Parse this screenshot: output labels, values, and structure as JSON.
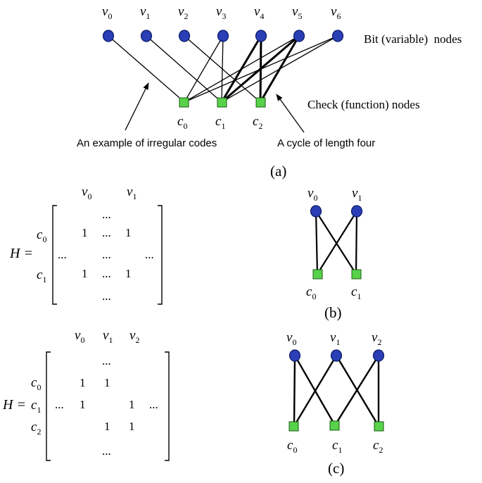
{
  "colors": {
    "bit_node": "#2a3fb5",
    "check_node": "#57d24a",
    "edge": "#000000"
  },
  "panel_a": {
    "bit_labels": [
      [
        "v",
        "0"
      ],
      [
        "v",
        "1"
      ],
      [
        "v",
        "2"
      ],
      [
        "v",
        "3"
      ],
      [
        "v",
        "4"
      ],
      [
        "v",
        "5"
      ],
      [
        "v",
        "6"
      ]
    ],
    "check_labels": [
      [
        "c",
        "0"
      ],
      [
        "c",
        "1"
      ],
      [
        "c",
        "2"
      ]
    ],
    "bit_caption": "Bit (variable)  nodes",
    "check_caption": "Check (function) nodes",
    "annotation_irregular": "An example of irregular codes",
    "annotation_cycle": "A cycle of length four",
    "label": "(a)"
  },
  "panel_b": {
    "matrix_name": "H =",
    "col_labels": [
      [
        "v",
        "0"
      ],
      [
        "v",
        "1"
      ]
    ],
    "row_labels": [
      [
        "c",
        "0"
      ],
      [
        "c",
        "1"
      ]
    ],
    "cells": {
      "top_dots": "...",
      "r0": [
        "1",
        "...",
        "1"
      ],
      "mid": [
        "...",
        "...",
        "..."
      ],
      "r1": [
        "1",
        "...",
        "1"
      ],
      "bottom_dots": "..."
    },
    "graph_bits": [
      [
        "v",
        "0"
      ],
      [
        "v",
        "1"
      ]
    ],
    "graph_checks": [
      [
        "c",
        "0"
      ],
      [
        "c",
        "1"
      ]
    ],
    "label": "(b)"
  },
  "panel_c": {
    "matrix_name": "H =",
    "col_labels": [
      [
        "v",
        "0"
      ],
      [
        "v",
        "1"
      ],
      [
        "v",
        "2"
      ]
    ],
    "row_labels": [
      [
        "c",
        "0"
      ],
      [
        "c",
        "1"
      ],
      [
        "c",
        "2"
      ]
    ],
    "cells": {
      "top_dots": "...",
      "r0": [
        "1",
        "1"
      ],
      "r1": [
        "...",
        "1",
        "1",
        "..."
      ],
      "r2": [
        "1",
        "1"
      ],
      "bottom_dots": "..."
    },
    "graph_bits": [
      [
        "v",
        "0"
      ],
      [
        "v",
        "1"
      ],
      [
        "v",
        "2"
      ]
    ],
    "graph_checks": [
      [
        "c",
        "0"
      ],
      [
        "c",
        "1"
      ],
      [
        "c",
        "2"
      ]
    ],
    "label": "(c)"
  }
}
